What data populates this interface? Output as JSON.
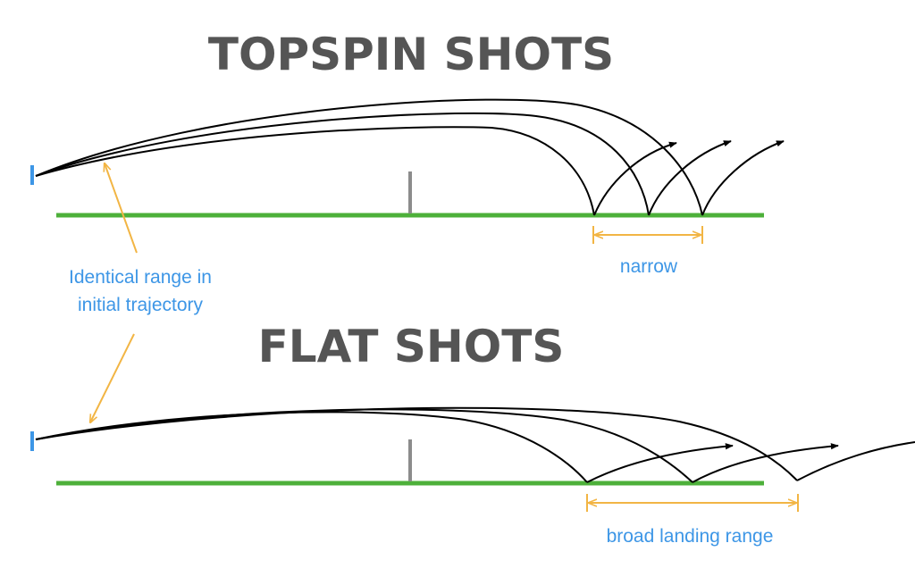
{
  "topspin": {
    "title": "TOPSPIN SHOTS",
    "range_label": "narrow"
  },
  "flat": {
    "title": "FLAT SHOTS",
    "range_label": "broad landing range"
  },
  "callout": {
    "line1": "Identical range in",
    "line2": "initial trajectory"
  },
  "colors": {
    "title": "#555555",
    "label": "#3d96e6",
    "ground": "#4db03a",
    "net": "#8c8c8c",
    "player": "#3d96e6",
    "trajectory": "#000000",
    "dimension": "#f2b544"
  }
}
